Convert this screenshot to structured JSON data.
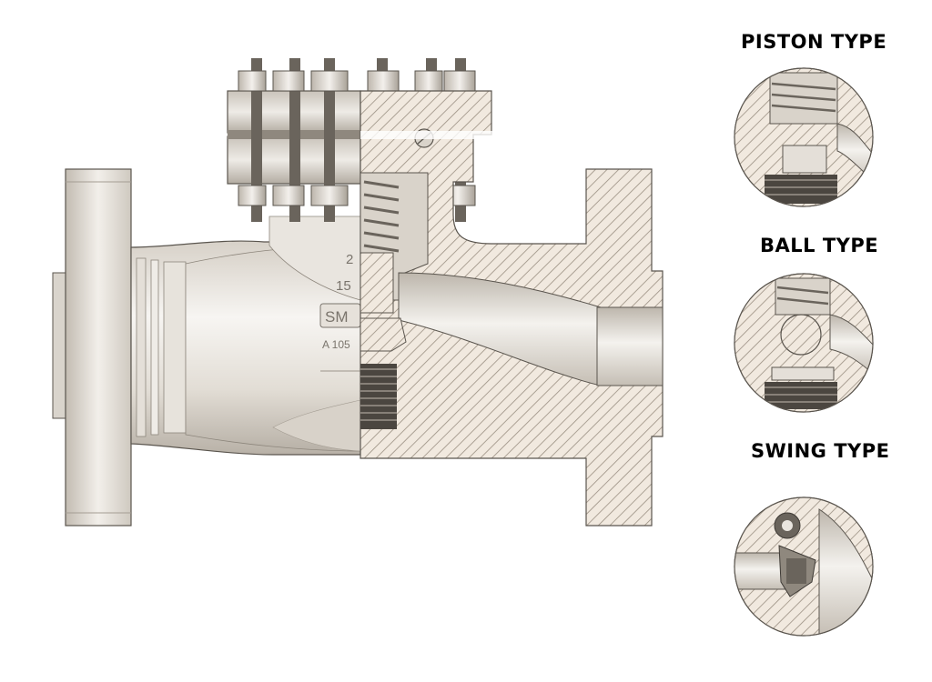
{
  "detail_labels": {
    "piston": "PISTON TYPE",
    "ball": "BALL TYPE",
    "swing": "SWING TYPE"
  },
  "body_markings": {
    "line1": "2",
    "line2": "15",
    "line3": "SM",
    "line4": "A 105"
  },
  "colors": {
    "metal_light": "#eeebe6",
    "metal_mid": "#c9c3ba",
    "metal_dark": "#8d867c",
    "section_fill": "#f1e9df",
    "hatch": "#9a8f82",
    "outline": "#5a554e"
  }
}
